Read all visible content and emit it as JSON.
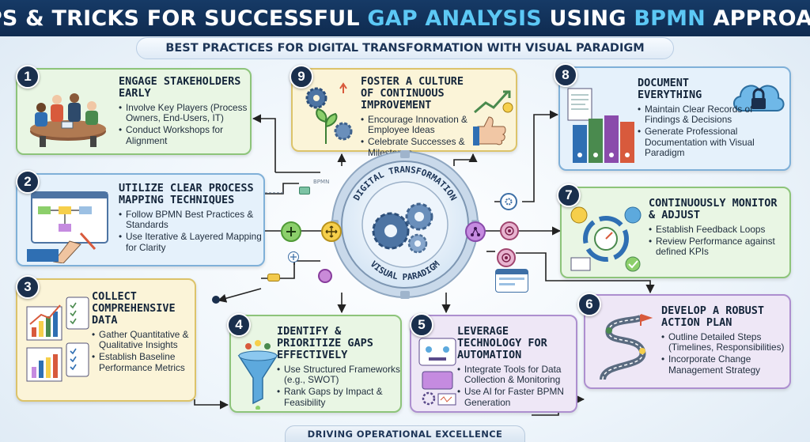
{
  "header": {
    "title_prefix": "TIPS & TRICKS FOR SUCCESSFUL",
    "title_accent_1": "GAP ANALYSIS",
    "title_middle": "USING",
    "title_accent_2": "BPMN",
    "title_suffix": "APPROACH",
    "subtitle": "BEST PRACTICES FOR DIGITAL TRANSFORMATION WITH VISUAL PARADIGM"
  },
  "hub": {
    "top_label": "DIGITAL TRANSFORMATION",
    "bottom_label": "VISUAL PARADIGM",
    "mini_label": "BPMN"
  },
  "footer": "DRIVING OPERATIONAL EXCELLENCE",
  "colors": {
    "title_bg": "#163a66",
    "title_accent": "#5cc8f5",
    "badge": "#1a2f4d",
    "green_card": "#e9f6e4",
    "blue_card": "#e5f1fb",
    "yellow_card": "#fbf4d8",
    "purple_card": "#eee7f6"
  },
  "steps": [
    {
      "number": "1",
      "title": "ENGAGE STAKEHOLDERS EARLY",
      "bullets": [
        "Involve Key Players (Process Owners, End-Users, IT)",
        "Conduct Workshops for Alignment"
      ]
    },
    {
      "number": "2",
      "title": "UTILIZE CLEAR PROCESS MAPPING TECHNIQUES",
      "bullets": [
        "Follow BPMN Best Practices & Standards",
        "Use Iterative & Layered Mapping for Clarity"
      ]
    },
    {
      "number": "3",
      "title": "COLLECT COMPREHENSIVE DATA",
      "bullets": [
        "Gather Quantitative & Qualitative Insights",
        "Establish Baseline Performance Metrics"
      ]
    },
    {
      "number": "4",
      "title": "IDENTIFY & PRIORITIZE GAPS EFFECTIVELY",
      "bullets": [
        "Use Structured Frameworks (e.g., SWOT)",
        "Rank Gaps by Impact & Feasibility"
      ]
    },
    {
      "number": "5",
      "title": "LEVERAGE TECHNOLOGY FOR AUTOMATION",
      "bullets": [
        "Integrate Tools for Data Collection & Monitoring",
        "Use AI for Faster BPMN Generation"
      ]
    },
    {
      "number": "6",
      "title": "DEVELOP A ROBUST ACTION PLAN",
      "bullets": [
        "Outline Detailed Steps (Timelines, Responsibilities)",
        "Incorporate Change Management Strategy"
      ]
    },
    {
      "number": "7",
      "title": "CONTINUOUSLY MONITOR & ADJUST",
      "bullets": [
        "Establish Feedback Loops",
        "Review Performance against defined KPIs"
      ]
    },
    {
      "number": "8",
      "title": "DOCUMENT EVERYTHING",
      "bullets": [
        "Maintain Clear Records of Findings & Decisions",
        "Generate Professional Documentation with Visual Paradigm"
      ]
    },
    {
      "number": "9",
      "title": "FOSTER A CULTURE OF CONTINUOUS IMPROVEMENT",
      "bullets": [
        "Encourage Innovation & Employee Ideas",
        "Celebrate Successes & Milestones"
      ]
    }
  ]
}
